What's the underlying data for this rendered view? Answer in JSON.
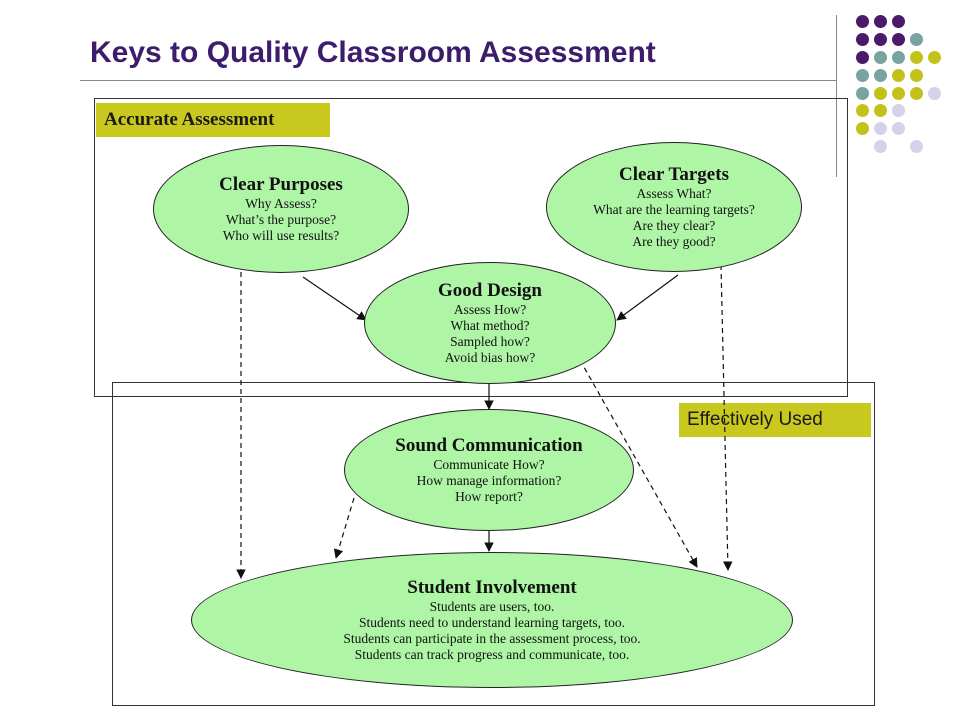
{
  "title": "Keys to Quality Classroom Assessment",
  "labels": {
    "accurate": "Accurate Assessment",
    "effectively": "Effectively Used"
  },
  "nodes": {
    "clear_purposes": {
      "head": "Clear Purposes",
      "lines": [
        "Why Assess?",
        "What’s the purpose?",
        "Who will use results?"
      ]
    },
    "clear_targets": {
      "head": "Clear Targets",
      "lines": [
        "Assess What?",
        "What are the learning targets?",
        "Are they clear?",
        "Are they good?"
      ]
    },
    "good_design": {
      "head": "Good Design",
      "lines": [
        "Assess How?",
        "What method?",
        "Sampled how?",
        "Avoid bias how?"
      ]
    },
    "sound_communication": {
      "head": "Sound Communication",
      "lines": [
        "Communicate How?",
        "How manage information?",
        "How report?"
      ]
    },
    "student_involvement": {
      "head": "Student Involvement",
      "lines": [
        "Students are users, too.",
        "Students need to understand learning targets, too.",
        "Students can participate in the assessment process, too.",
        "Students can track progress and communicate, too."
      ]
    }
  },
  "colors": {
    "title": "#3d1c6e",
    "ellipse_fill": "#aef5a6",
    "tag_fill": "#c8c81e",
    "dot_purple": "#4a1a6b",
    "dot_teal": "#77a3a1",
    "dot_yellow": "#c2c21a",
    "dot_lavender": "#d4d2e8"
  }
}
